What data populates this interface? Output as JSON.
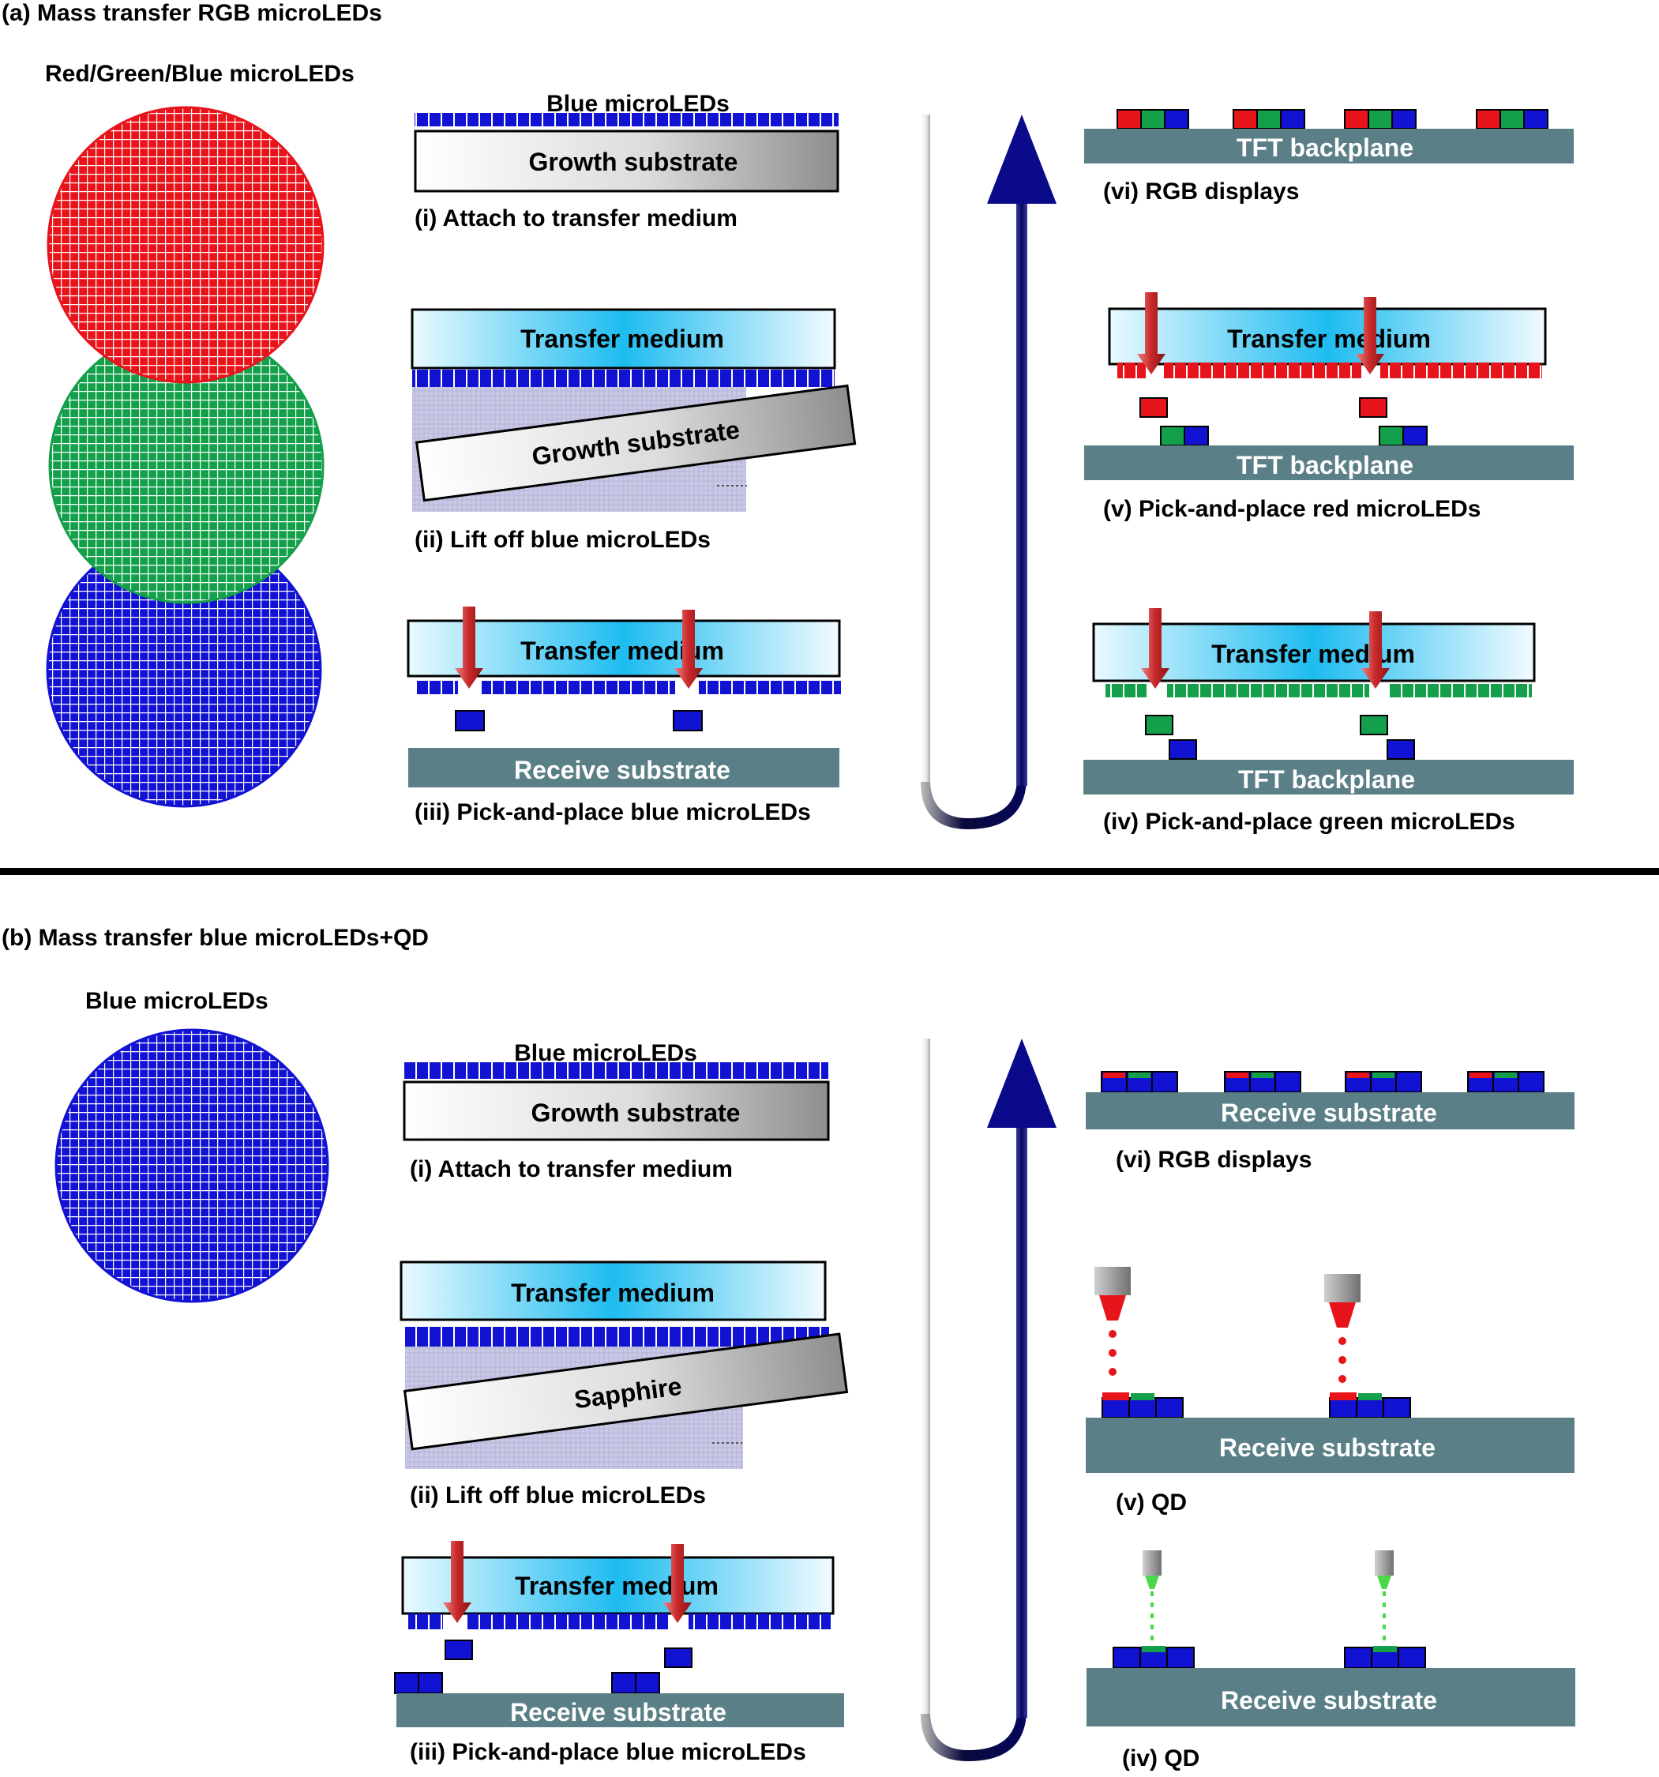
{
  "panel_a": {
    "title": "(a) Mass transfer RGB microLEDs",
    "wafer_label": "Red/Green/Blue microLEDs",
    "step_i": {
      "top_label": "Blue microLEDs",
      "substrate": "Growth substrate",
      "caption": "(i) Attach to transfer medium"
    },
    "step_ii": {
      "medium": "Transfer medium",
      "substrate": "Growth substrate",
      "caption": "(ii) Lift off  blue microLEDs"
    },
    "step_iii": {
      "medium": "Transfer medium",
      "substrate": "Receive  substrate",
      "caption": "(iii) Pick-and-place blue microLEDs"
    },
    "step_iv": {
      "medium": "Transfer medium",
      "substrate": "TFT backplane",
      "caption": "(iv) Pick-and-place green microLEDs"
    },
    "step_v": {
      "medium": "Transfer medium",
      "substrate": "TFT backplane",
      "caption": "(v) Pick-and-place red microLEDs"
    },
    "step_vi": {
      "substrate": "TFT backplane",
      "caption": "(vi) RGB displays"
    }
  },
  "panel_b": {
    "title": "(b) Mass transfer blue microLEDs+QD",
    "wafer_label": "Blue microLEDs",
    "step_i": {
      "top_label": "Blue microLEDs",
      "substrate": "Growth substrate",
      "caption": "(i) Attach to transfer medium"
    },
    "step_ii": {
      "medium": "Transfer medium",
      "substrate": "Sapphire",
      "caption": "(ii) Lift off  blue microLEDs"
    },
    "step_iii": {
      "medium": "Transfer medium",
      "substrate": "Receive  substrate",
      "caption": "(iii) Pick-and-place  blue microLEDs"
    },
    "step_iv": {
      "substrate": "Receive  substrate",
      "caption": "(iv) QD"
    },
    "step_v": {
      "substrate": "Receive  substrate",
      "caption": "(v) QD"
    },
    "step_vi": {
      "substrate": "Receive  substrate",
      "caption": "(vi) RGB displays"
    }
  },
  "colors": {
    "red": "#e8141b",
    "green": "#14a04a",
    "blue": "#1212d2",
    "backplane": "#5a7f86",
    "arrow": "#0a0a8a",
    "pick_arrow": "#c8282a"
  }
}
